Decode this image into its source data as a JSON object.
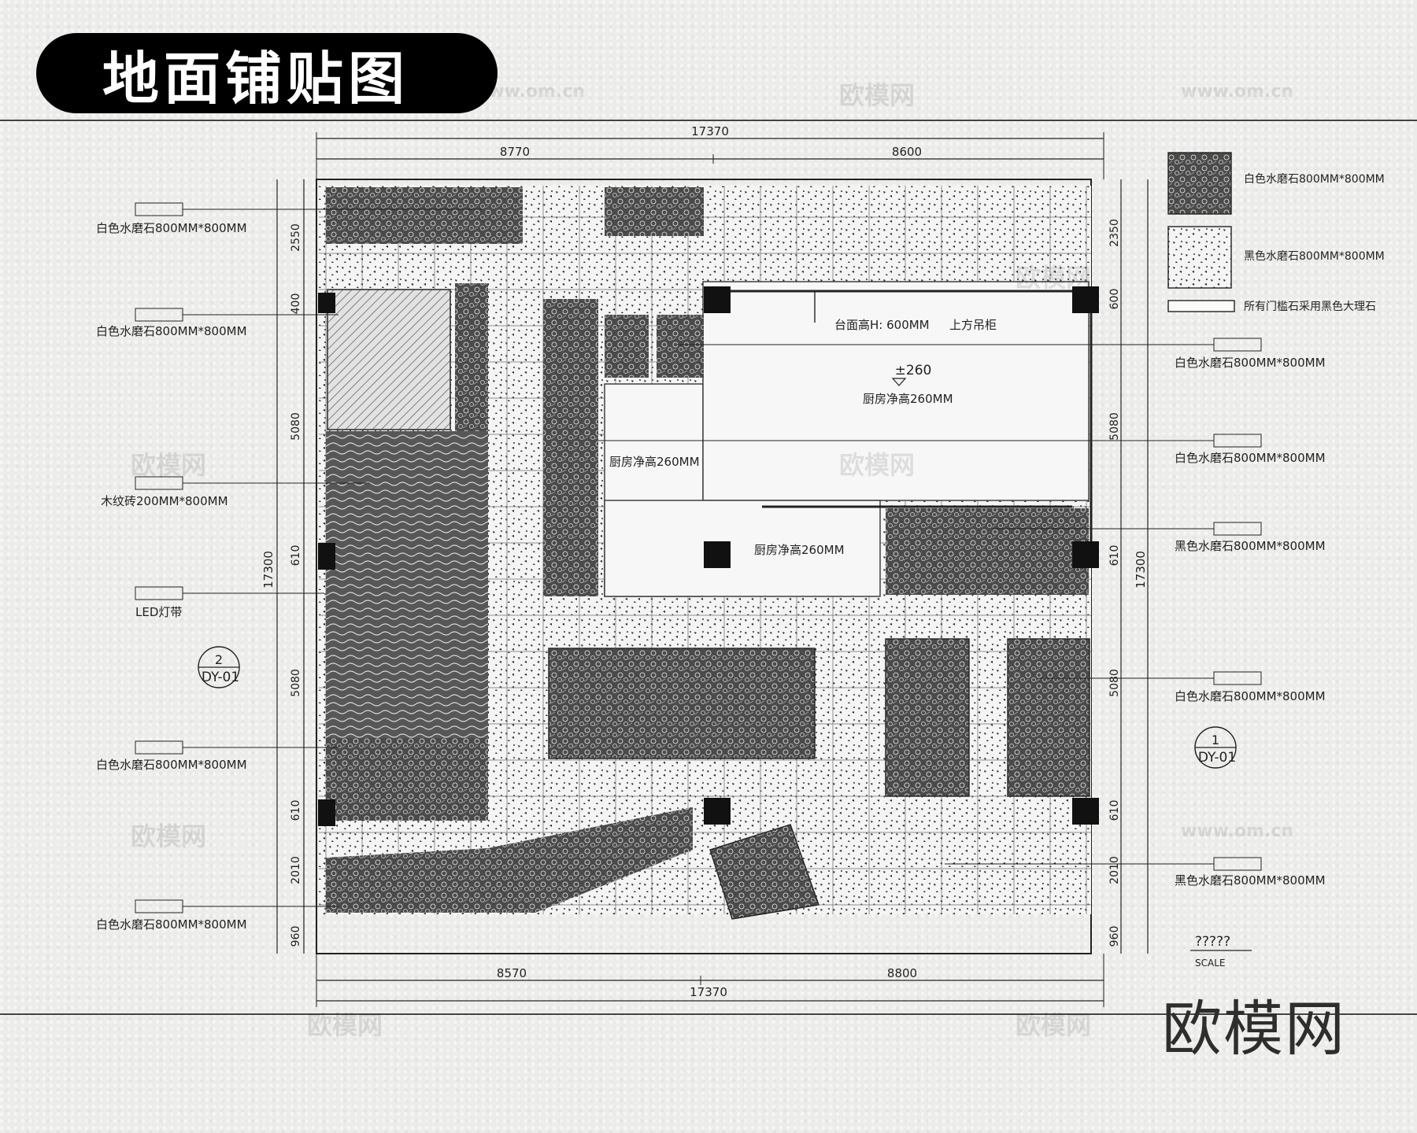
{
  "title": "地面铺贴图",
  "brand": "欧模网",
  "watermarks": [
    "欧模网",
    "www.om.cn"
  ],
  "dimensions": {
    "top_total": "17370",
    "top_left": "8770",
    "top_right": "8600",
    "bottom_total": "17370",
    "bottom_left": "8570",
    "bottom_right": "8800",
    "left_total": "17300",
    "right_total": "17300",
    "left_segments": [
      "2550",
      "400",
      "5080",
      "610",
      "5080",
      "610",
      "2010",
      "960"
    ],
    "right_segments": [
      "2350",
      "600",
      "5080",
      "610",
      "5080",
      "610",
      "2010",
      "960"
    ]
  },
  "left_callouts": [
    "白色水磨石800MM*800MM",
    "白色水磨石800MM*800MM",
    "木纹砖200MM*800MM",
    "LED灯带",
    "白色水磨石800MM*800MM",
    "白色水磨石800MM*800MM"
  ],
  "right_callouts": [
    "白色水磨石800MM*800MM",
    "白色水磨石800MM*800MM",
    "黑色水磨石800MM*800MM",
    "白色水磨石800MM*800MM",
    "黑色水磨石800MM*800MM"
  ],
  "legend": [
    {
      "label": "白色水磨石800MM*800MM",
      "pattern": "dark"
    },
    {
      "label": "黑色水磨石800MM*800MM",
      "pattern": "light"
    },
    {
      "label": "所有门槛石采用黑色大理石",
      "pattern": "bar"
    }
  ],
  "room_notes": {
    "elevation": "±260",
    "note_a": "厨房净高260MM",
    "note_b": "厨房净高260MM",
    "note_c": "厨房净高260MM",
    "counter": "台面高H: 600MM",
    "bar": "上方吊柜"
  },
  "section_markers": [
    {
      "number": "2",
      "code": "DY-01"
    },
    {
      "number": "1",
      "code": "DY-01"
    }
  ],
  "scale": {
    "value": "?????",
    "label": "SCALE"
  },
  "colors": {
    "ink": "#1a1a1a",
    "paper": "#ececea",
    "dark_tile": "#3a3a3a",
    "light_tile": "#f4f4f4"
  }
}
